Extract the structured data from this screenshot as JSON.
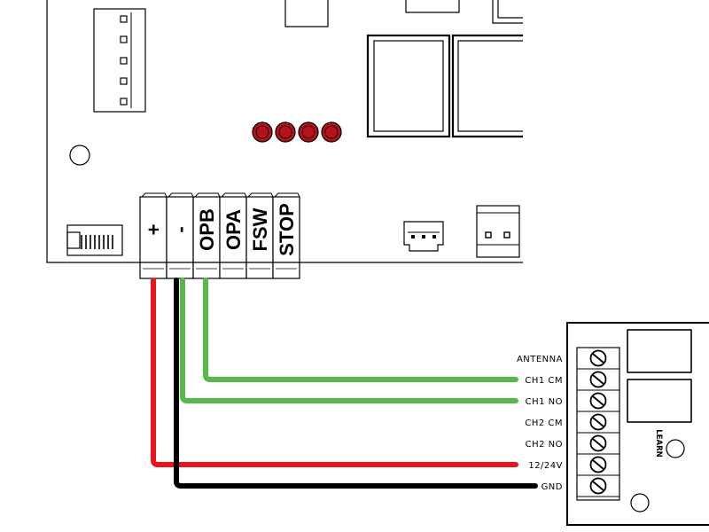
{
  "control_board": {
    "terminals": [
      {
        "label": "+",
        "wire_color": "#e8161b"
      },
      {
        "label": "-",
        "wire_color": "#000000"
      },
      {
        "label": "OPB",
        "wire_color": "#55b947"
      },
      {
        "label": "OPA",
        "wire_color": ""
      },
      {
        "label": "FSW",
        "wire_color": ""
      },
      {
        "label": "STOP",
        "wire_color": ""
      }
    ],
    "leds": {
      "count": 4,
      "color": "#b5121b"
    }
  },
  "receiver_module": {
    "pins": [
      "ANTENNA",
      "CH1 CM",
      "CH1 NO",
      "CH2 CM",
      "CH2 NO",
      "12/24V",
      "GND"
    ],
    "learn_label": "LEARN"
  },
  "connections": [
    {
      "from": "OPB",
      "to": "CH1 CM",
      "color": "#55b947"
    },
    {
      "from": "-",
      "to": "CH1 NO",
      "color": "#55b947"
    },
    {
      "from": "+",
      "to": "12/24V",
      "color": "#e8161b"
    },
    {
      "from": "-",
      "to": "GND",
      "color": "#000000"
    }
  ]
}
